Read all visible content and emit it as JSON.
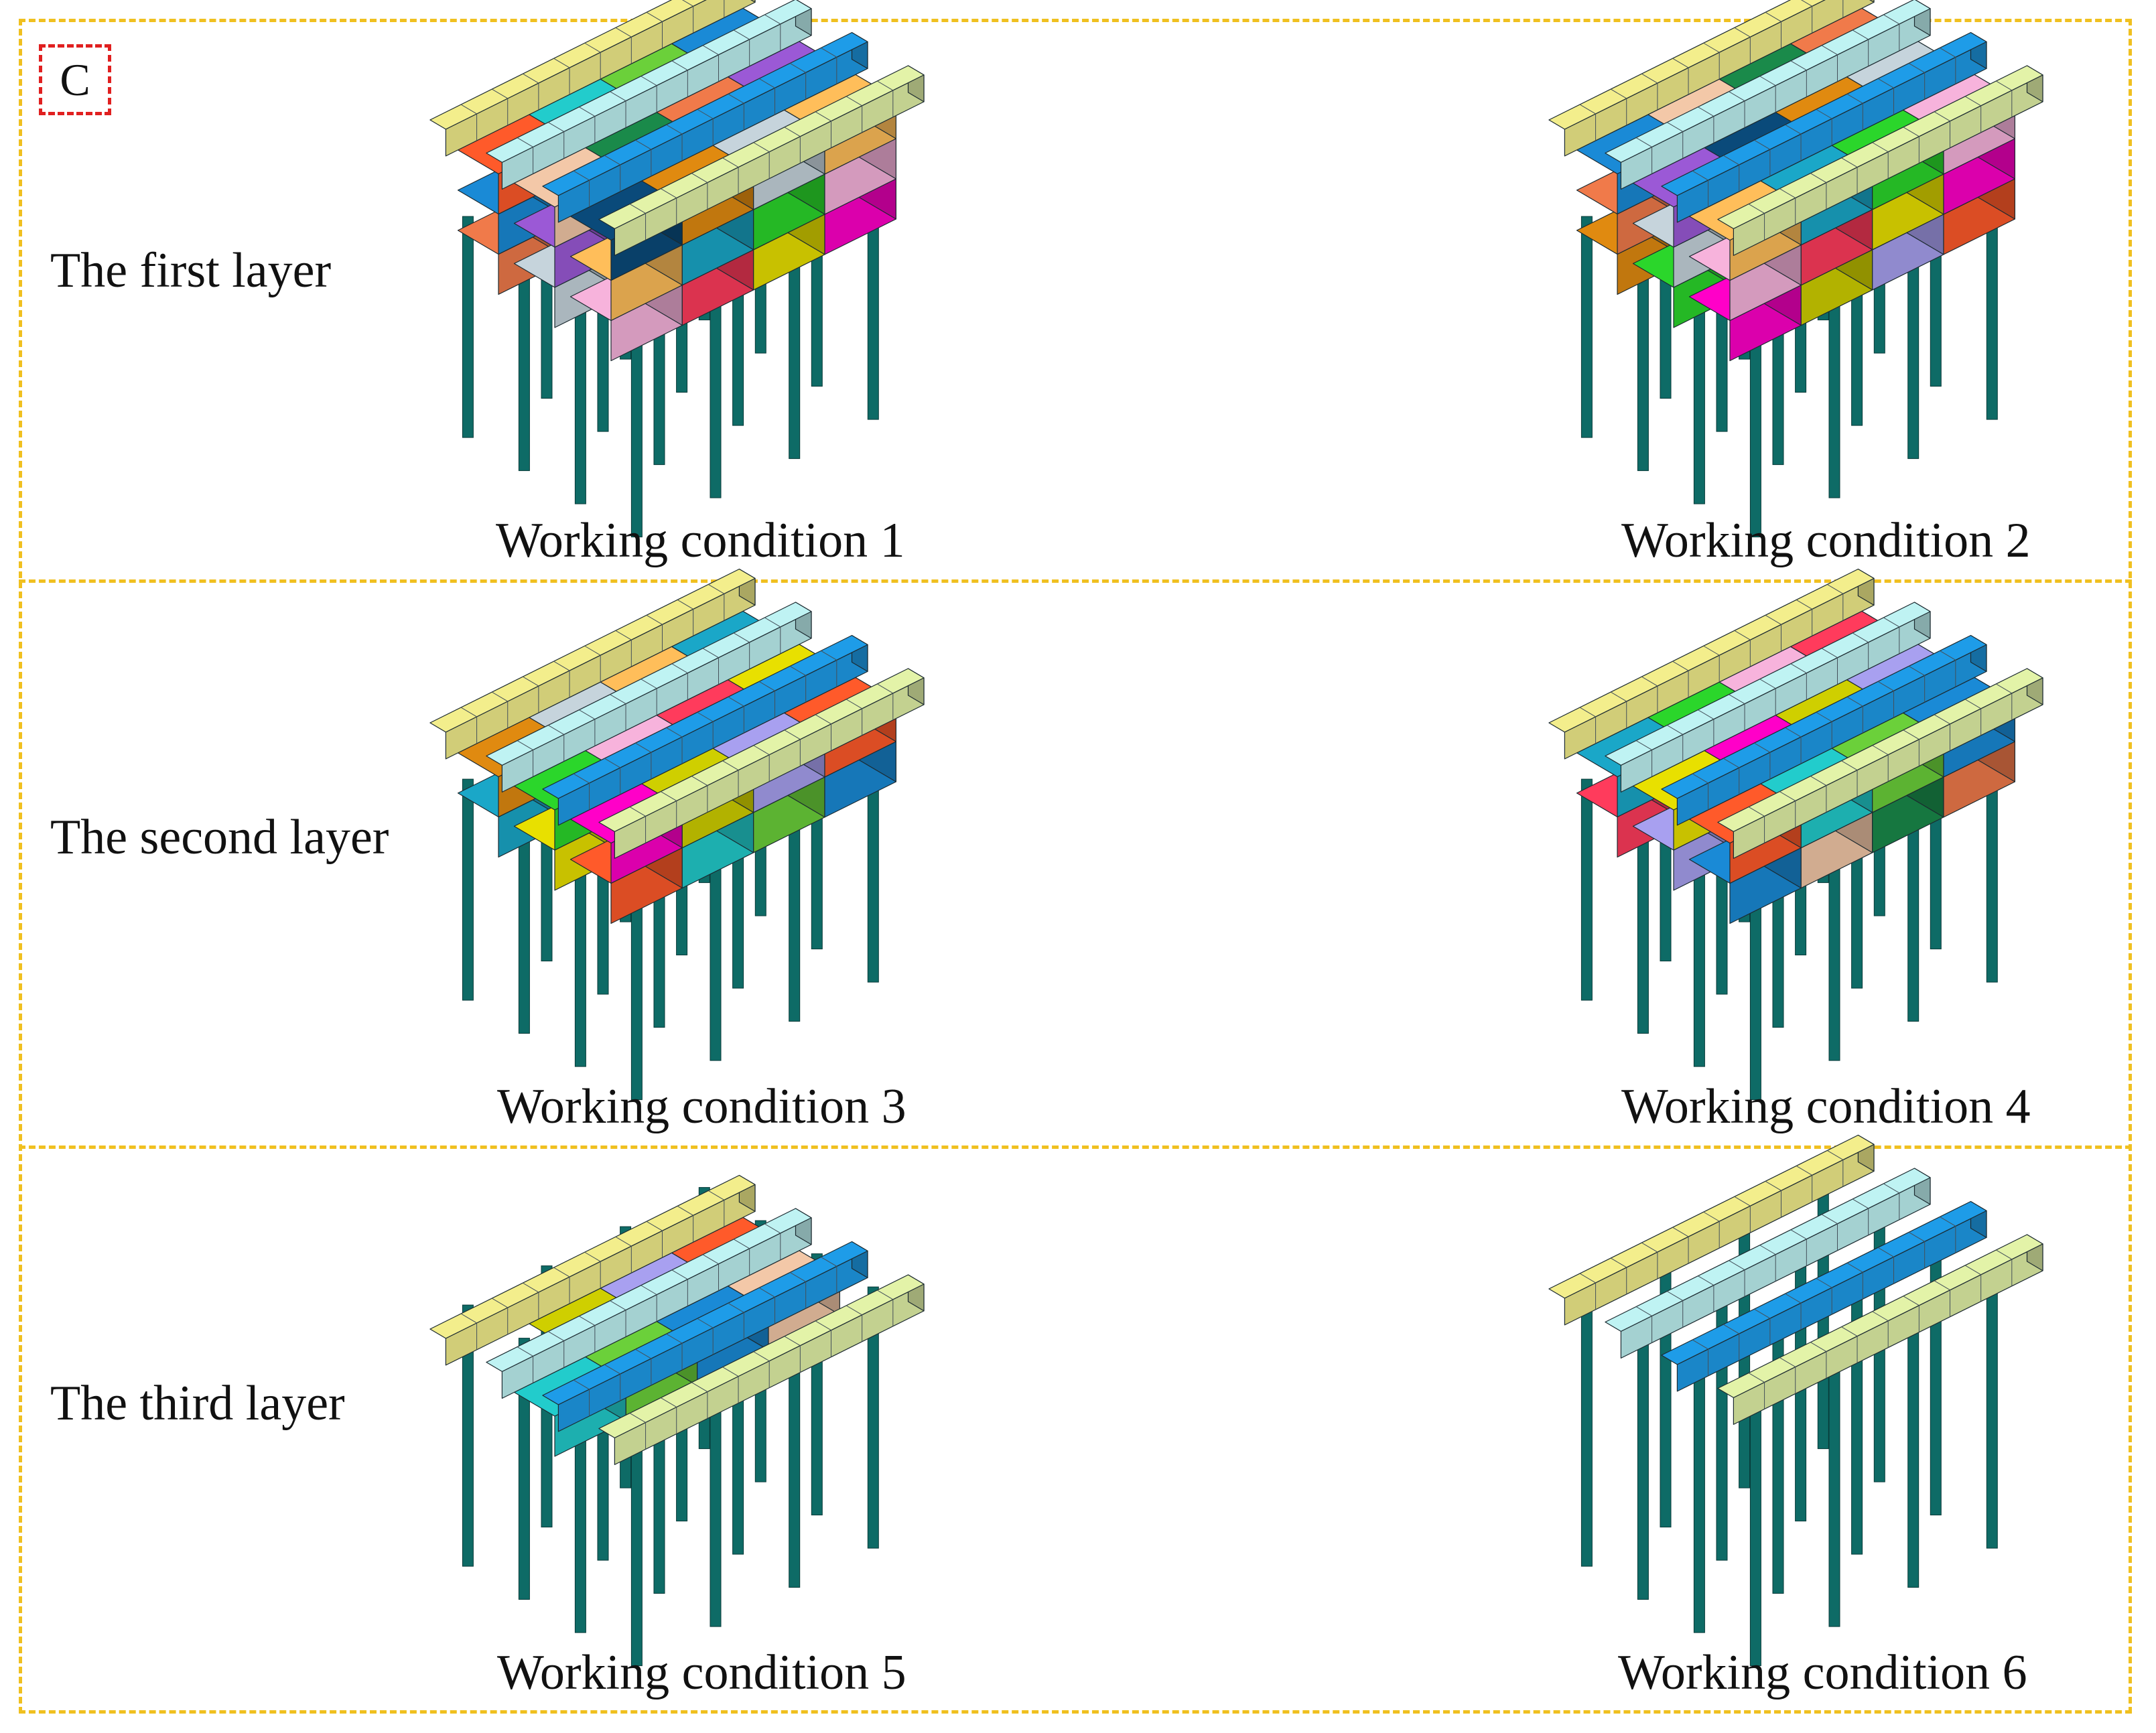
{
  "panel_label": "C",
  "rows": [
    {
      "label": "The first layer",
      "models": [
        {
          "caption": "Working condition 1",
          "stage": "full"
        },
        {
          "caption": "Working condition 2",
          "stage": "full"
        }
      ]
    },
    {
      "label": "The second layer",
      "models": [
        {
          "caption": "Working condition 3",
          "stage": "partial"
        },
        {
          "caption": "Working condition 4",
          "stage": "partial"
        }
      ]
    },
    {
      "label": "The third layer",
      "models": [
        {
          "caption": "Working condition 5",
          "stage": "near-empty"
        },
        {
          "caption": "Working condition 6",
          "stage": "empty"
        }
      ]
    }
  ],
  "colors": {
    "frame": "#f0c020",
    "panel_tag_border": "#e02020",
    "pile": "#0e6b66",
    "beam_yellow": "#f3ee8c",
    "beam_cyan": "#bff3f3",
    "beam_blue": "#1e9ce8",
    "beam_lime": "#e3f3a8",
    "soil_palette": [
      "#f07a4a",
      "#9b59d6",
      "#0a4a7a",
      "#e08a10",
      "#c6d4dc",
      "#ffbe5a",
      "#1aa7c8",
      "#2bd62b",
      "#f7b3dc",
      "#ff3b5c",
      "#e8e000",
      "#ff00c8",
      "#cfcf00",
      "#a8a0f0",
      "#ff5a2a",
      "#22cccc",
      "#6bd03a",
      "#1a8ad6",
      "#f3c8a8",
      "#1a8a4a"
    ]
  }
}
